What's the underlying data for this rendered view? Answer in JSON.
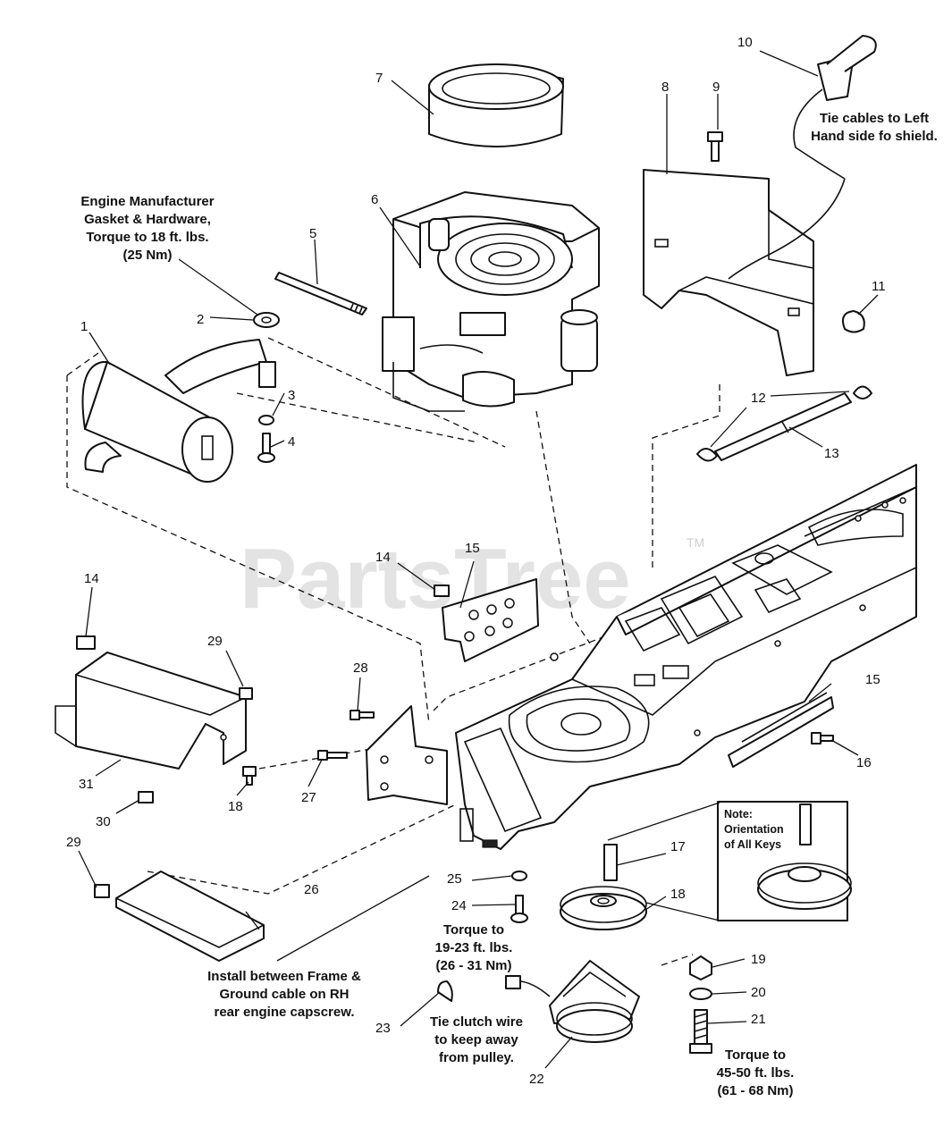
{
  "watermark": {
    "text": "PartsTree",
    "trademark": "TM"
  },
  "callouts": {
    "c1": "1",
    "c2": "2",
    "c3": "3",
    "c4": "4",
    "c5": "5",
    "c6": "6",
    "c7": "7",
    "c8": "8",
    "c9": "9",
    "c10": "10",
    "c11": "11",
    "c12": "12",
    "c13": "13",
    "c14a": "14",
    "c14b": "14",
    "c15a": "15",
    "c15b": "15",
    "c16": "16",
    "c17": "17",
    "c18a": "18",
    "c18b": "18",
    "c19": "19",
    "c20": "20",
    "c21": "21",
    "c22": "22",
    "c23": "23",
    "c24": "24",
    "c25": "25",
    "c26": "26",
    "c27": "27",
    "c28": "28",
    "c29a": "29",
    "c29b": "29",
    "c30": "30",
    "c31": "31"
  },
  "notes": {
    "gasket": [
      "Engine Manufacturer",
      "Gasket & Hardware,",
      "Torque to 18 ft. lbs.",
      "(25 Nm)"
    ],
    "cables": [
      "Tie cables to Left",
      "Hand side fo shield."
    ],
    "keys": [
      "Note:",
      "Orientation",
      "of All Keys"
    ],
    "torque_bolt": [
      "Torque to",
      "19-23 ft. lbs.",
      "(26 - 31 Nm)"
    ],
    "ground": [
      "Install between Frame &",
      "Ground cable on RH",
      "rear engine capscrew."
    ],
    "clutch_wire": [
      "Tie clutch wire",
      "to keep away",
      "from pulley."
    ],
    "torque_clutch": [
      "Torque to",
      "45-50 ft. lbs.",
      "(61 - 68 Nm)"
    ]
  }
}
